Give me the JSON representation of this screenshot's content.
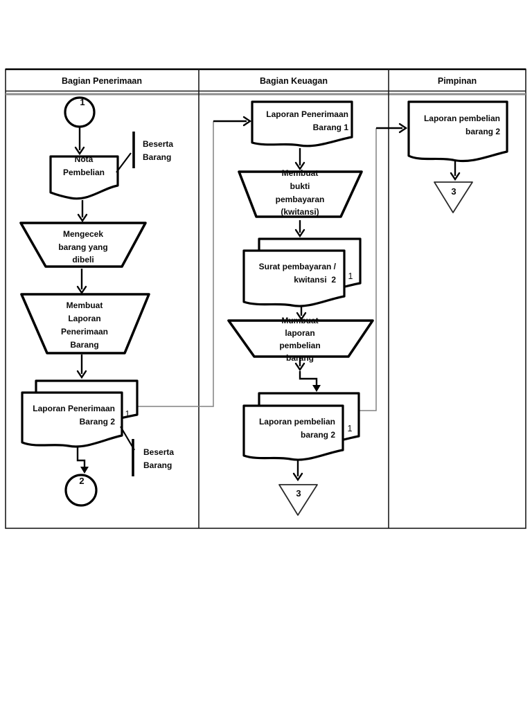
{
  "table": {
    "headers": [
      {
        "label": "Bagian Penerimaan"
      },
      {
        "label": "Bagian Keuagan"
      },
      {
        "label": "Pimpinan"
      }
    ]
  },
  "lane_penerimaan": {
    "connector_in": "1",
    "doc_nota": {
      "l1": "Nota",
      "l2": "Pembelian"
    },
    "note_top": {
      "l1": "Beserta",
      "l2": "Barang"
    },
    "proc_cek": {
      "l1": "Mengecek",
      "l2": "barang yang",
      "l3": "dibeli"
    },
    "proc_buat": {
      "l1": "Membuat",
      "l2": "Laporan",
      "l3": "Penerimaan",
      "l4": "Barang"
    },
    "doc_laporan": {
      "l1": "Laporan Penerimaan",
      "l2": "Barang 2",
      "copy": "1"
    },
    "note_bottom": {
      "l1": "Beserta",
      "l2": "Barang"
    },
    "connector_out": "2"
  },
  "lane_keuangan": {
    "doc_laporan1": {
      "l1": "Laporan Penerimaan",
      "l2": "Barang 1"
    },
    "proc_bukti": {
      "l1": "Membuat",
      "l2": "bukti",
      "l3": "pembayaran",
      "l4": "(kwitansi)"
    },
    "doc_kwitansi": {
      "l1": "Surat pembayaran /",
      "l2": "kwitansi  2",
      "copy": "1"
    },
    "proc_laporan": {
      "l1": "Mumbuat",
      "l2": "laporan",
      "l3": "pembelian",
      "l4": "barang"
    },
    "doc_pembelian": {
      "l1": "Laporan pembelian",
      "l2": "barang 2",
      "copy": "1"
    },
    "offpage": "3"
  },
  "lane_pimpinan": {
    "doc_pembelian": {
      "l1": "Laporan pembelian",
      "l2": "barang 2"
    },
    "offpage": "3"
  },
  "colors": {
    "shape_stroke": "#000000",
    "connector_gray": "#808080",
    "background": "#ffffff"
  }
}
